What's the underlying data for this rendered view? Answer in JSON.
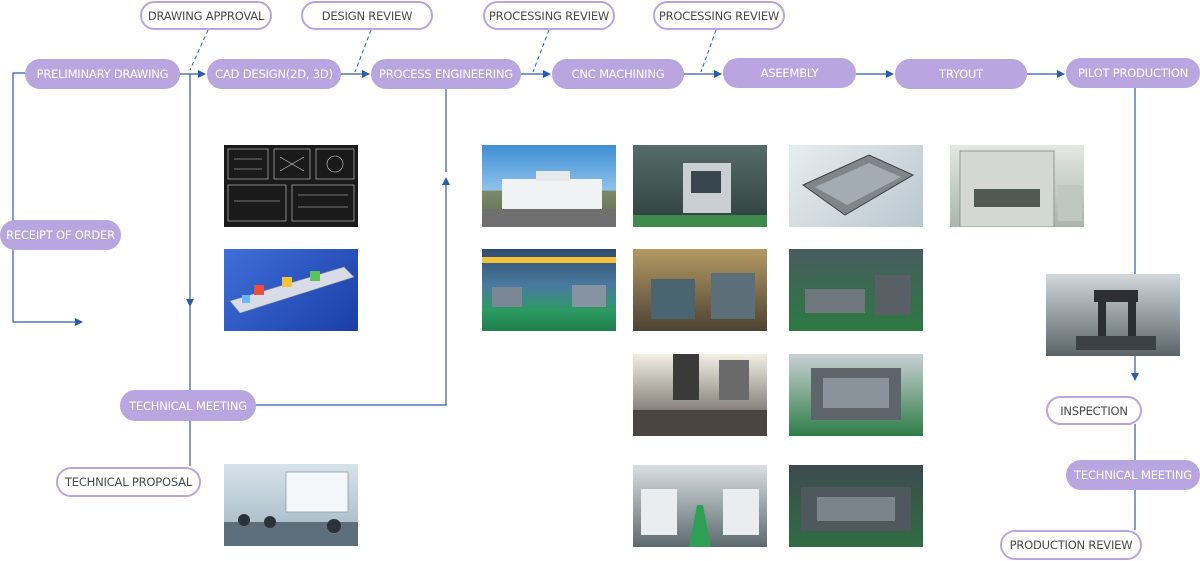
{
  "flow": {
    "preliminary_drawing": "PRELIMINARY DRAWING",
    "cad_design": "CAD DESIGN(2D, 3D)",
    "process_engineering": "PROCESS ENGINEERING",
    "cnc_machining": "CNC MACHINING",
    "assembly": "ASEEMBLY",
    "tryout": "TRYOUT",
    "pilot_production": "PILOT PRODUCTION"
  },
  "reviews": {
    "drawing_approval": "DRAWING APPROVAL",
    "design_review": "DESIGN REVIEW",
    "processing_review_1": "PROCESSING REVIEW",
    "processing_review_2": "PROCESSING REVIEW"
  },
  "left": {
    "receipt_of_order": "RECEIPT OF ORDER",
    "technical_meeting": "TECHNICAL MEETING",
    "technical_proposal": "TECHNICAL PROPOSAL"
  },
  "right": {
    "inspection": "INSPECTION",
    "technical_meeting": "TECHNICAL MEETING",
    "production_review": "PRODUCTION REVIEW"
  },
  "colors": {
    "pill": "#b9a6e0",
    "connector": "#2a5db0"
  }
}
